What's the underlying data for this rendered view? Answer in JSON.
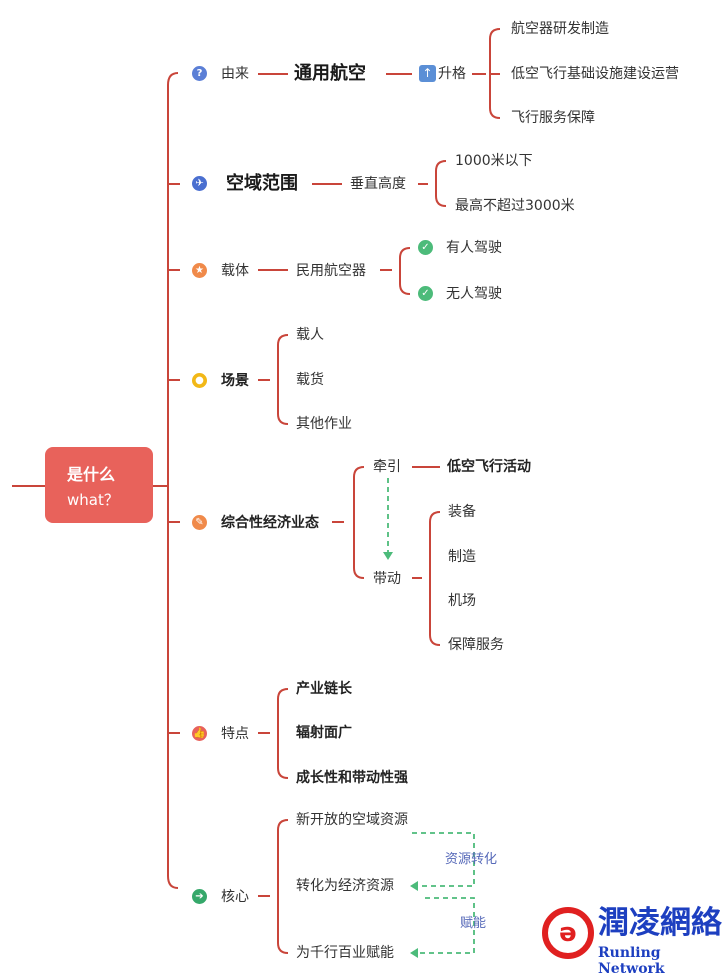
{
  "root": {
    "line1": "是什么",
    "line2": "what？"
  },
  "branches": {
    "origin": {
      "label": "由来",
      "node": "通用航空",
      "upgrade": "升格",
      "items": [
        "航空器研发制造",
        "低空飞行基础设施建设运营",
        "飞行服务保障"
      ]
    },
    "airspace": {
      "label": "空域范围",
      "height": "垂直高度",
      "items": [
        "1000米以下",
        "最高不超过3000米"
      ]
    },
    "carrier": {
      "label": "载体",
      "node": "民用航空器",
      "items": [
        "有人驾驶",
        "无人驾驶"
      ]
    },
    "scene": {
      "label": "场景",
      "items": [
        "载人",
        "载货",
        "其他作业"
      ]
    },
    "economy": {
      "label": "综合性经济业态",
      "lead": "牵引",
      "lead_item": "低空飞行活动",
      "drive": "带动",
      "drive_items": [
        "装备",
        "制造",
        "机场",
        "保障服务"
      ]
    },
    "feature": {
      "label": "特点",
      "items": [
        "产业链长",
        "辐射面广",
        "成长性和带动性强"
      ]
    },
    "core": {
      "label": "核心",
      "items": [
        "新开放的空域资源",
        "转化为经济资源",
        "为千行百业赋能"
      ],
      "arrow1": "资源转化",
      "arrow2": "赋能"
    }
  },
  "icons": {
    "origin": "question-icon",
    "airspace": "airplane-icon",
    "carrier": "star-icon",
    "scene": "lightbulb-icon",
    "economy": "pencil-icon",
    "feature": "thumbs-up-icon",
    "core": "running-person-icon"
  },
  "colors": {
    "line": "#c9453a",
    "root": "#e8625b",
    "dashed": "#4cbb7a",
    "note": "#5568b8"
  },
  "watermark": {
    "cn": "潤凌網絡",
    "en": "Runling Network"
  }
}
